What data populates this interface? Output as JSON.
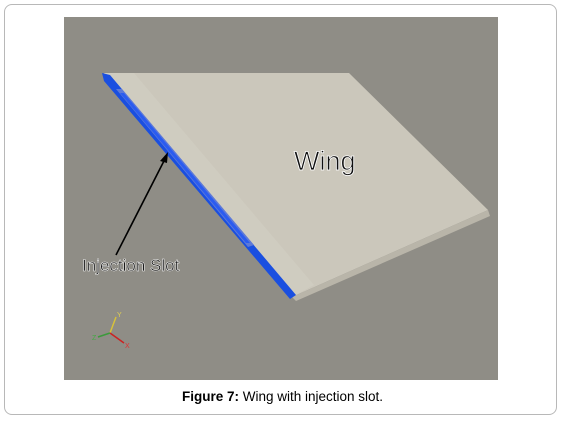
{
  "figure": {
    "labels": {
      "wing": "Wing",
      "injection_slot": "Injection Slot"
    },
    "axes": {
      "x": "X",
      "y": "Y",
      "z": "Z"
    },
    "caption": {
      "number": "Figure 7:",
      "text": " Wing with injection slot."
    },
    "colors": {
      "background": "#8f8d86",
      "wing_surface": "#c8c4b8",
      "slot": "#1a4fe0",
      "axis_x": "#cc2222",
      "axis_y": "#d8c23a",
      "axis_z": "#3c9a3c"
    }
  }
}
